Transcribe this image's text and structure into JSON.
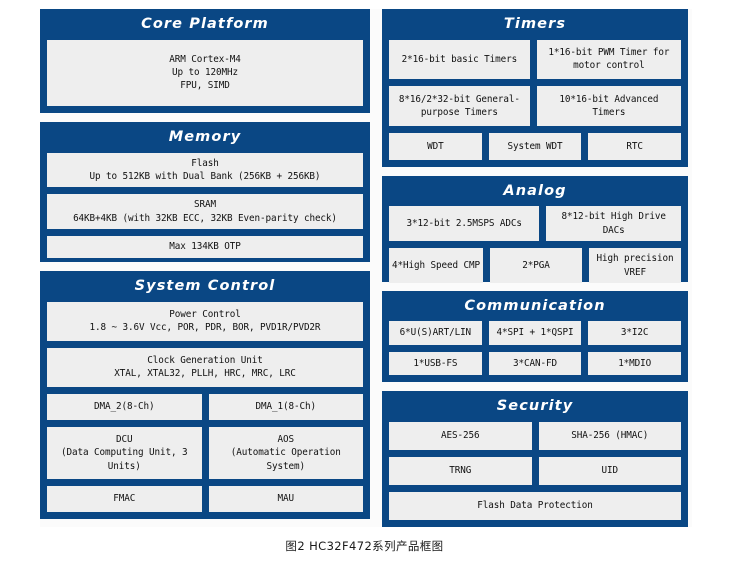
{
  "caption": "图2 HC32F472系列产品框图",
  "colors": {
    "panel_blue": "#0a4784",
    "cell_bg": "#eeeeee",
    "canvas_bg": "#fbfbfb",
    "title_text": "#ffffff",
    "cell_text": "#111111"
  },
  "left_column": {
    "core_platform": {
      "title": "Core Platform",
      "cells": [
        {
          "lines": [
            "ARM Cortex-M4",
            "Up to 120MHz",
            "FPU, SIMD"
          ]
        }
      ]
    },
    "memory": {
      "title": "Memory",
      "cells": [
        {
          "lines": [
            "Flash",
            "Up to 512KB with Dual Bank (256KB + 256KB)"
          ]
        },
        {
          "lines": [
            "SRAM",
            "64KB+4KB (with 32KB ECC, 32KB Even-parity check)"
          ]
        },
        {
          "lines": [
            "Max 134KB OTP"
          ]
        }
      ]
    },
    "system_control": {
      "title": "System Control",
      "cells": [
        {
          "lines": [
            "Power Control",
            "1.8 ~ 3.6V Vcc, POR, PDR, BOR,  PVD1R/PVD2R"
          ]
        },
        {
          "lines": [
            "Clock Generation Unit",
            "XTAL, XTAL32, PLLH, HRC, MRC, LRC"
          ]
        },
        {
          "lines": [
            "DMA_2(8-Ch)"
          ]
        },
        {
          "lines": [
            "DMA_1(8-Ch)"
          ]
        },
        {
          "lines": [
            "DCU",
            "(Data Computing Unit, 3",
            "Units)"
          ]
        },
        {
          "lines": [
            "AOS",
            "(Automatic Operation",
            "System)"
          ]
        },
        {
          "lines": [
            "FMAC"
          ]
        },
        {
          "lines": [
            "MAU"
          ]
        }
      ]
    }
  },
  "right_column": {
    "timers": {
      "title": "Timers",
      "cells": [
        {
          "lines": [
            "2*16-bit basic Timers"
          ]
        },
        {
          "lines": [
            "1*16-bit PWM Timer for",
            "motor control"
          ]
        },
        {
          "lines": [
            "8*16/2*32-bit General-",
            "purpose Timers"
          ]
        },
        {
          "lines": [
            "10*16-bit Advanced",
            "Timers"
          ]
        },
        {
          "lines": [
            "WDT"
          ]
        },
        {
          "lines": [
            "System WDT"
          ]
        },
        {
          "lines": [
            "RTC"
          ]
        }
      ]
    },
    "analog": {
      "title": "Analog",
      "cells": [
        {
          "lines": [
            "3*12-bit  2.5MSPS ADCs"
          ]
        },
        {
          "lines": [
            "8*12-bit High Drive",
            "DACs"
          ]
        },
        {
          "lines": [
            "4*High Speed CMP"
          ]
        },
        {
          "lines": [
            "2*PGA"
          ]
        },
        {
          "lines": [
            "High precision",
            "VREF"
          ]
        }
      ]
    },
    "communication": {
      "title": "Communication",
      "cells": [
        {
          "lines": [
            "6*U(S)ART/LIN"
          ]
        },
        {
          "lines": [
            "4*SPI + 1*QSPI"
          ]
        },
        {
          "lines": [
            "3*I2C"
          ]
        },
        {
          "lines": [
            "1*USB-FS"
          ]
        },
        {
          "lines": [
            "3*CAN-FD"
          ]
        },
        {
          "lines": [
            "1*MDIO"
          ]
        }
      ]
    },
    "security": {
      "title": "Security",
      "cells": [
        {
          "lines": [
            "AES-256"
          ]
        },
        {
          "lines": [
            "SHA-256 (HMAC)"
          ]
        },
        {
          "lines": [
            "TRNG"
          ]
        },
        {
          "lines": [
            "UID"
          ]
        },
        {
          "lines": [
            "Flash Data Protection"
          ]
        }
      ]
    }
  }
}
